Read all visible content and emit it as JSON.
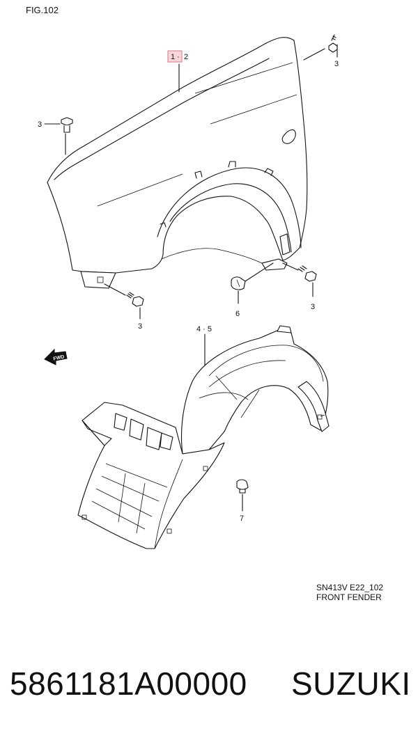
{
  "figure": {
    "label": "FIG.102",
    "drawing_code": "SN413V E22_102",
    "drawing_title": "FRONT FENDER"
  },
  "callouts": {
    "fender_ref_1": "1",
    "fender_ref_sep": "·",
    "fender_ref_2": "2",
    "bolt_top_right": "3",
    "bolt_top_left": "3",
    "bolt_bottom_left": "3",
    "bolt_bottom_right": "3",
    "clip_6": "6",
    "liner_ref": "4 · 5",
    "clip_7": "7"
  },
  "direction_arrow": {
    "text": "FWD",
    "icon": "fwd-arrow-icon"
  },
  "footer": {
    "part_number": "5861181A00000",
    "brand": "SUZUKI"
  },
  "colors": {
    "highlight_fill": "#f8d7dc",
    "highlight_border": "#e0707e",
    "line": "#111111"
  }
}
